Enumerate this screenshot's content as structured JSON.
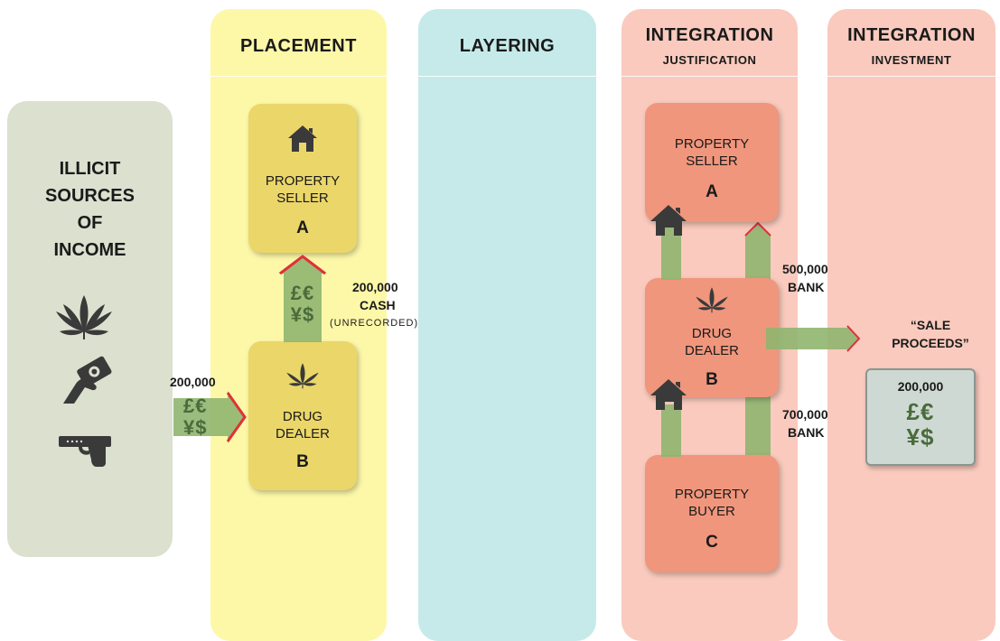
{
  "columns": {
    "illicit": {
      "title_lines": [
        "ILLICIT",
        "SOURCES",
        "OF",
        "INCOME"
      ],
      "icons": [
        "cannabis-leaf-icon",
        "cash-hand-icon",
        "gun-icon"
      ]
    },
    "placement": {
      "title": "PLACEMENT"
    },
    "layering": {
      "title": "LAYERING"
    },
    "integration_justification": {
      "title": "INTEGRATION",
      "subtitle": "JUSTIFICATION"
    },
    "integration_investment": {
      "title": "INTEGRATION",
      "subtitle": "INVESTMENT"
    }
  },
  "placement_boxes": {
    "seller": {
      "label_lines": [
        "PROPERTY",
        "SELLER"
      ],
      "letter": "A",
      "icon": "house-icon"
    },
    "dealer": {
      "label_lines": [
        "DRUG",
        "DEALER"
      ],
      "letter": "B",
      "icon": "cannabis-leaf-icon"
    }
  },
  "integration_boxes": {
    "seller": {
      "label_lines": [
        "PROPERTY",
        "SELLER"
      ],
      "letter": "A"
    },
    "dealer": {
      "label_lines": [
        "DRUG",
        "DEALER"
      ],
      "letter": "B",
      "icon": "cannabis-leaf-icon"
    },
    "buyer": {
      "label_lines": [
        "PROPERTY",
        "BUYER"
      ],
      "letter": "C"
    }
  },
  "flows": {
    "income_amount": "200,000",
    "cash_amount": "200,000",
    "cash_label": "CASH",
    "cash_note": "(UNRECORDED)",
    "bank_top_amount": "500,000",
    "bank_top_label": "BANK",
    "bank_bottom_amount": "700,000",
    "bank_bottom_label": "BANK",
    "sale_label_lines": [
      "“SALE",
      "PROCEEDS”"
    ],
    "investment_amount": "200,000"
  },
  "currency_symbols": [
    "£",
    "€",
    "¥",
    "$"
  ],
  "colors": {
    "illicit_bg": "#dbe0cf",
    "placement_bg": "#fdf8a8",
    "layering_bg": "#c6eaea",
    "integration_bg": "#f9cabd",
    "placement_box": "#ebd66a",
    "integration_box": "#f0967c",
    "money_green": "#8fb56f",
    "currency_text": "#4a6b3b",
    "arrow_red": "#e0303b",
    "investment_box": "#cfd9d4",
    "icon_dark": "#3a3a3a"
  }
}
